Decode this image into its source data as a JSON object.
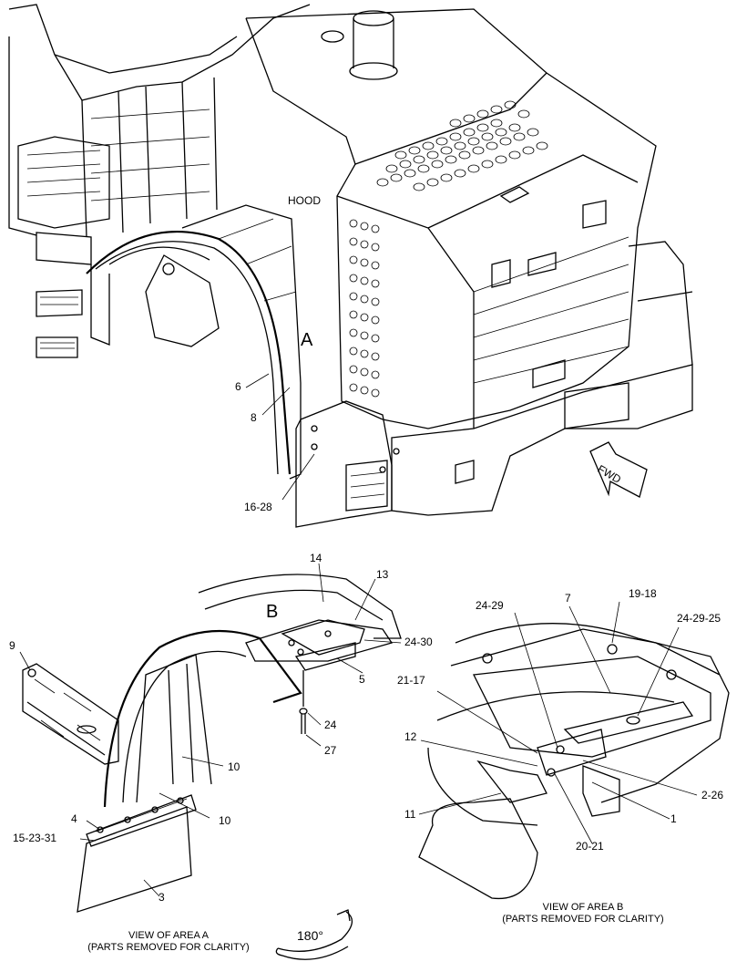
{
  "diagram": {
    "hood_label": "HOOD",
    "area_a_marker": "A",
    "area_b_marker": "B",
    "fwd_label": "FWD",
    "rotation_label": "180°",
    "callouts_main": [
      "6",
      "8",
      "16-28"
    ],
    "callouts_area_a": [
      "14",
      "13",
      "24-30",
      "5",
      "24",
      "27",
      "9",
      "10",
      "10",
      "4",
      "15-23-31",
      "3"
    ],
    "callouts_area_b": [
      "24-29",
      "7",
      "19-18",
      "24-29-25",
      "21-17",
      "12",
      "2-26",
      "1",
      "11",
      "20-21"
    ],
    "caption_a_line1": "VIEW OF AREA  A",
    "caption_a_line2": "(PARTS REMOVED FOR CLARITY)",
    "caption_b_line1": "VIEW OF AREA  B",
    "caption_b_line2": "(PARTS REMOVED FOR CLARITY)"
  }
}
